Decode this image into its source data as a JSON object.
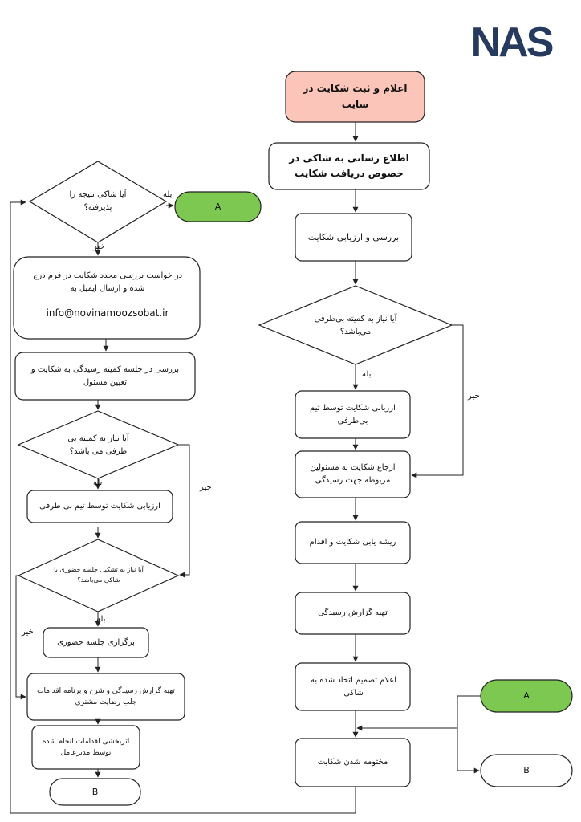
{
  "logo": {
    "text": "NAS"
  },
  "colors": {
    "start": "#fbc5b9",
    "connector_a": "#7cc850",
    "stroke": "#222222",
    "logo_navy": "#263a5e"
  },
  "right_flow": {
    "n1": "اعلام و ثبت شکایت در سایت",
    "n2": "اطلاع رسانی به شاکی در خصوص دریافت شکایت",
    "n3": "بررسی و ارزیابی شکایت",
    "d1": "آیا نیاز به کمیته بی‌طرفی می‌باشد؟",
    "d1_yes": "بله",
    "d1_no": "خیر",
    "n4": "ارزیابی شکایت توسط تیم بی‌طرفی",
    "n5": "ارجاع شکایت به مسئولین مربوطه جهت رسیدگی",
    "n6": "ریشه یابی شکایت و اقدام",
    "n7": "تهیه گزارش رسیدگی",
    "n8": "اعلام تصمیم اتخاذ شده به شاکی",
    "n9": "مختومه شدن شکایت",
    "conn_a": "A",
    "conn_b": "B"
  },
  "left_flow": {
    "d1": "آیا شاکی نتیجه را پذیرفته؟",
    "d1_yes": "بله",
    "d1_no": "خیر",
    "conn_a": "A",
    "n1": "در خواست بررسی مجدد شکایت در فرم درج شده و ارسال ایمیل به",
    "email": "info@novinamoozsobat.ir",
    "n2": "بررسی در جلسه کمیته رسیدگی به شکایت و تعیین مسئول",
    "d2": "آیا نیاز به کمیته بی طرفی می باشد؟",
    "d2_yes": "بله",
    "d2_no": "خیر",
    "n3": "ارزیابی شکایت توسط تیم بی طرفی",
    "d3": "آیا نیاز به تشکیل جلسه حضوری با شاکی می‌باشد؟",
    "d3_yes": "بله",
    "d3_no": "خیر",
    "n4": "برگزاری جلسه حضوری",
    "n5": "تهیه گزارش رسیدگی و شرح و برنامه اقدامات جلب رضایت مشتری",
    "n6": "اثربخشی اقدامات انجام شده توسط مدیرعامل",
    "conn_b": "B"
  }
}
